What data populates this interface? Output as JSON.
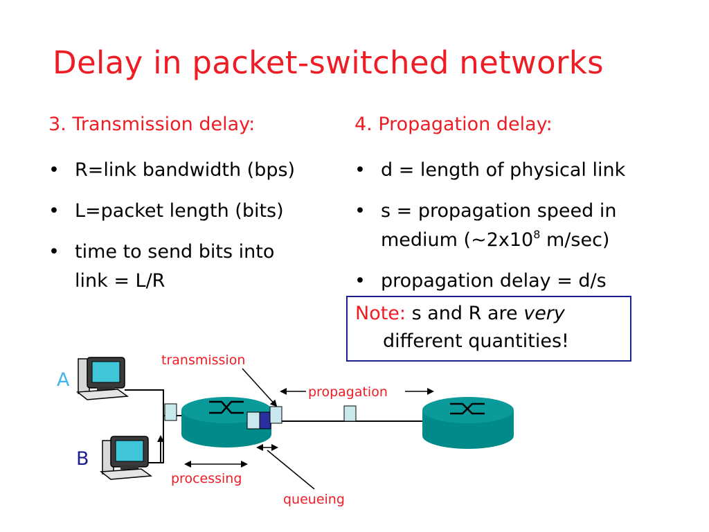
{
  "title": "Delay in packet-switched networks",
  "left": {
    "heading": "3. Transmission delay:",
    "bullets": [
      {
        "line1": "R=link bandwidth (bps)",
        "line2": ""
      },
      {
        "line1": "L=packet length (bits)",
        "line2": ""
      },
      {
        "line1": "time to send bits into",
        "line2": "link = L/R"
      }
    ]
  },
  "right": {
    "heading": "4. Propagation delay:",
    "bullet1": "d = length of physical link",
    "bullet2_line1": "s = propagation speed in",
    "bullet2_line2_pre": "medium (~2x10",
    "bullet2_sup": "8",
    "bullet2_line2_post": " m/sec)",
    "bullet3": "propagation delay = d/s"
  },
  "note": {
    "label": "Note:",
    "text_pre": " s and R are ",
    "text_em": "very",
    "line2": "different quantities!"
  },
  "diagram": {
    "host_a": "A",
    "host_b": "B",
    "transmission": "transmission",
    "propagation": "propagation",
    "processing": "processing",
    "queueing": "queueing"
  },
  "colors": {
    "title_red": "#ee1c24",
    "router_teal": "#008a8a",
    "host_a_label": "#42b4e6",
    "host_b_label": "#1b1f8f",
    "packet": "#c8e8ee",
    "queued_packet": "#2b2f9e"
  }
}
